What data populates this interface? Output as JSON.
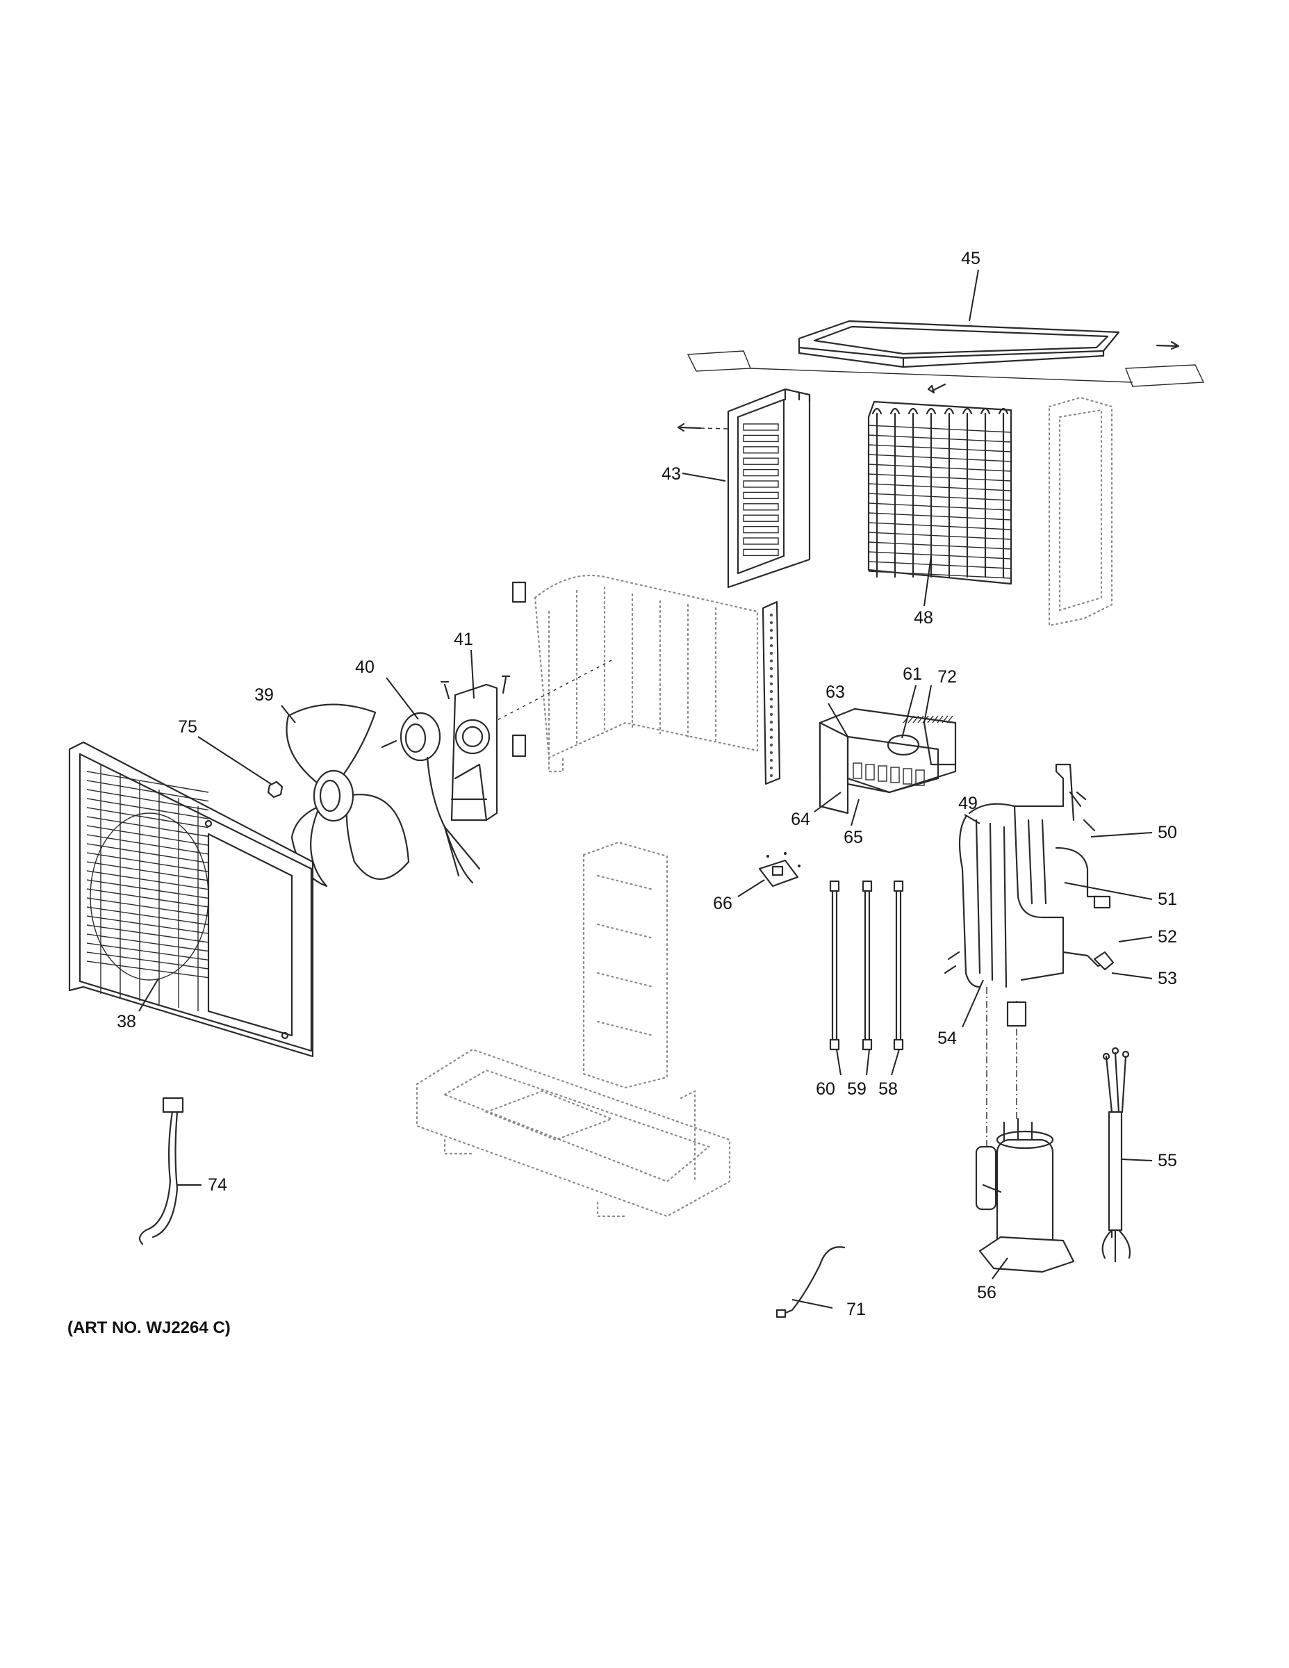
{
  "callouts": [
    {
      "id": "c45",
      "text": "45"
    },
    {
      "id": "c43",
      "text": "43"
    },
    {
      "id": "c48",
      "text": "48"
    },
    {
      "id": "c41",
      "text": "41"
    },
    {
      "id": "c40",
      "text": "40"
    },
    {
      "id": "c39",
      "text": "39"
    },
    {
      "id": "c75",
      "text": "75"
    },
    {
      "id": "c38",
      "text": "38"
    },
    {
      "id": "c63",
      "text": "63"
    },
    {
      "id": "c61",
      "text": "61"
    },
    {
      "id": "c72",
      "text": "72"
    },
    {
      "id": "c64",
      "text": "64"
    },
    {
      "id": "c65",
      "text": "65"
    },
    {
      "id": "c49",
      "text": "49"
    },
    {
      "id": "c50",
      "text": "50"
    },
    {
      "id": "c51",
      "text": "51"
    },
    {
      "id": "c52",
      "text": "52"
    },
    {
      "id": "c53",
      "text": "53"
    },
    {
      "id": "c54",
      "text": "54"
    },
    {
      "id": "c66",
      "text": "66"
    },
    {
      "id": "c60",
      "text": "60"
    },
    {
      "id": "c59",
      "text": "59"
    },
    {
      "id": "c58",
      "text": "58"
    },
    {
      "id": "c55",
      "text": "55"
    },
    {
      "id": "c56",
      "text": "56"
    },
    {
      "id": "c74",
      "text": "74"
    },
    {
      "id": "c71",
      "text": "71"
    }
  ],
  "art_number": "(ART NO. WJ2264 C)"
}
